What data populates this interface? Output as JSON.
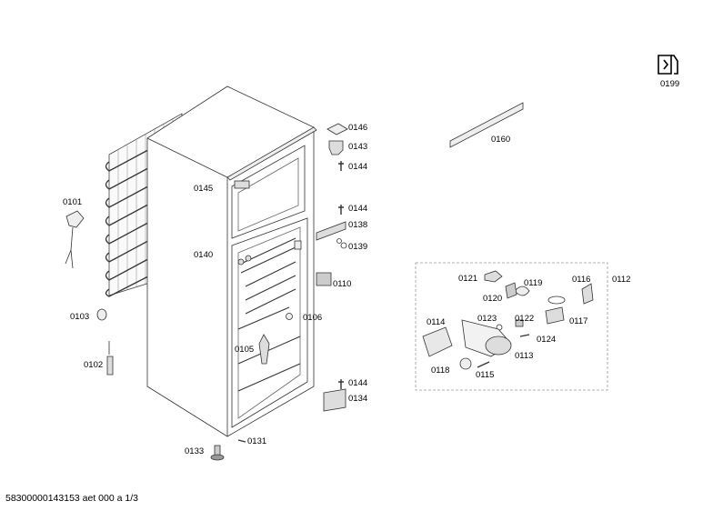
{
  "footer": "58300000143153 aet 000 a 1/3",
  "service_icon": "wrench-service-icon",
  "labels": {
    "p0199": "0199",
    "p0160": "0160",
    "p0146": "0146",
    "p0143": "0143",
    "p0144a": "0144",
    "p0145": "0145",
    "p0144b": "0144",
    "p0138": "0138",
    "p0139": "0139",
    "p0140": "0140",
    "p0110": "0110",
    "p0106": "0106",
    "p0105": "0105",
    "p0144c": "0144",
    "p0134": "0134",
    "p0131": "0131",
    "p0133": "0133",
    "p0101": "0101",
    "p0103": "0103",
    "p0102": "0102",
    "p0112": "0112",
    "p0121": "0121",
    "p0119": "0119",
    "p0116": "0116",
    "p0120": "0120",
    "p0123": "0123",
    "p0122": "0122",
    "p0117": "0117",
    "p0114": "0114",
    "p0124": "0124",
    "p0113": "0113",
    "p0118": "0118",
    "p0115": "0115"
  }
}
